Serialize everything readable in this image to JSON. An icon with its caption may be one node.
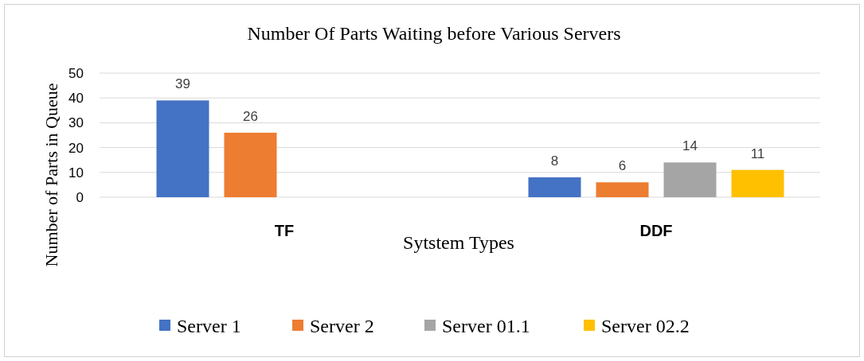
{
  "diagram": {
    "chart_data": {
      "type": "bar",
      "title": "Number Of Parts Waiting before Various Servers",
      "xlabel": "Sytstem Types",
      "ylabel": "Number of Parts in Queue",
      "categories": [
        "TF",
        "DDF"
      ],
      "series": [
        {
          "name": "Server 1",
          "color": "#4472c4",
          "values": [
            39,
            8
          ]
        },
        {
          "name": "Server 2",
          "color": "#ed7d31",
          "values": [
            26,
            6
          ]
        },
        {
          "name": "Server 01.1",
          "color": "#a5a5a5",
          "values": [
            null,
            14
          ]
        },
        {
          "name": "Server 02.2",
          "color": "#ffc000",
          "values": [
            null,
            11
          ]
        }
      ],
      "ylim": [
        0,
        50
      ],
      "yticks": [
        0,
        10,
        20,
        30,
        40,
        50
      ],
      "grid": true,
      "legend": "bottom",
      "data_labels": true
    }
  }
}
